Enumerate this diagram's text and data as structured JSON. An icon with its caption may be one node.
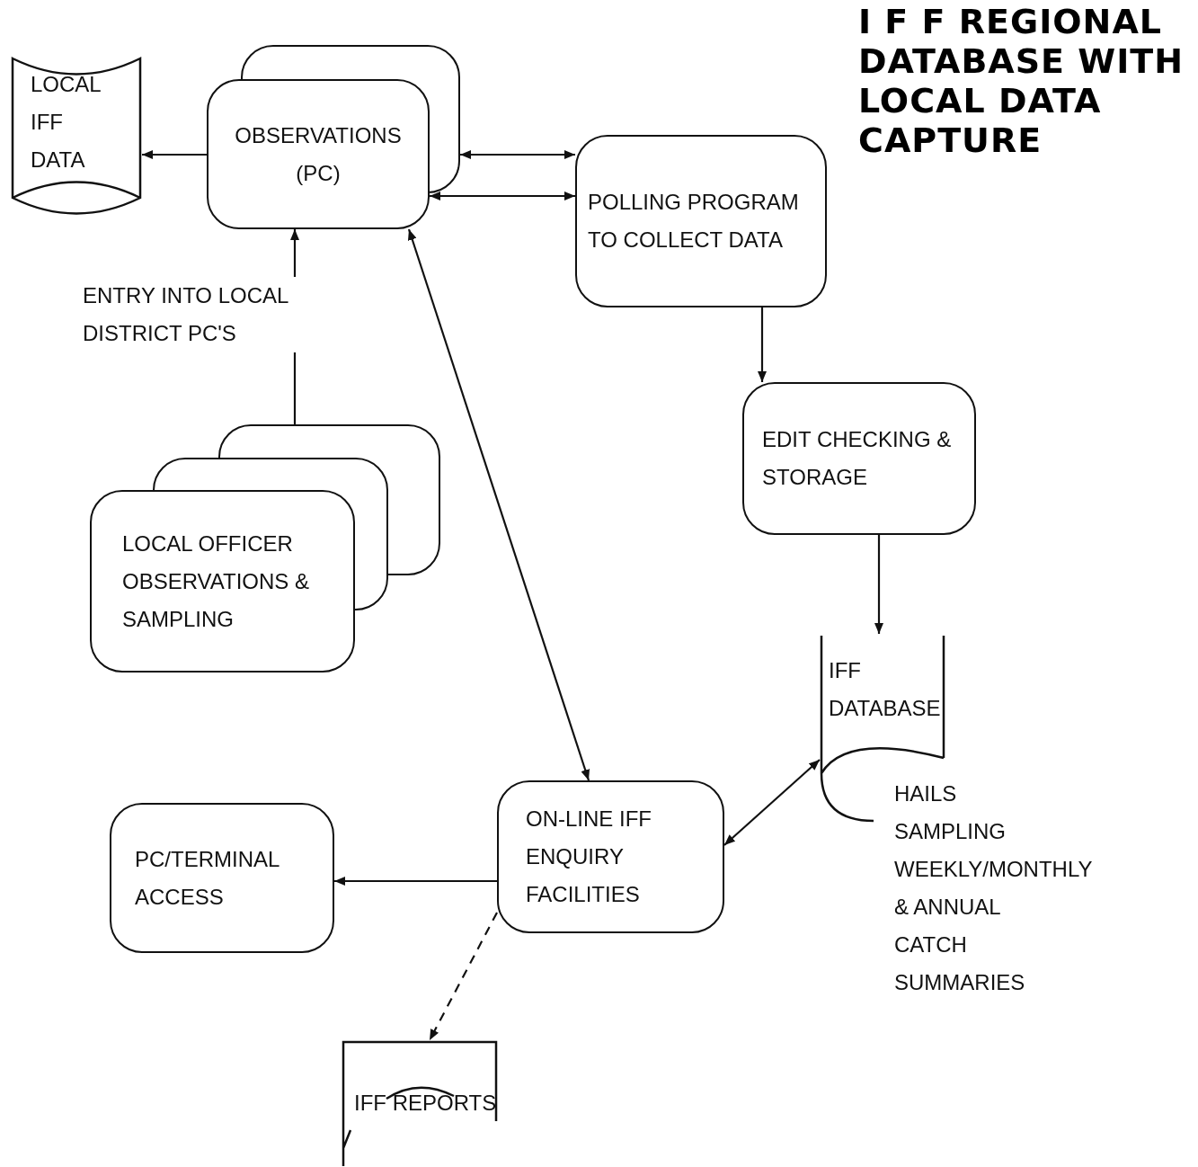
{
  "diagram": {
    "title": "I F F REGIONAL DATABASE WITH LOCAL DATA CAPTURE",
    "nodes": [
      {
        "text": [
          "LOCAL IFF DATA"
        ]
      },
      {
        "text": [
          "OBSERVATIONS (PC)"
        ]
      },
      {
        "text": [
          "POLLING PROGRAM TO COLLECT DATA"
        ]
      },
      {
        "text": [
          "EDIT CHECKING & STORAGE"
        ]
      },
      {
        "text": [
          "IFF DATABASE"
        ],
        "beside": [
          "HAILS SAMPLING WEEKLY/MONTHLY & ANNUAL CATCH SUMMARIES"
        ]
      },
      {
        "text": [
          "LOCAL OFFICER OBSERVATIONS & SAMPLING"
        ]
      },
      {
        "text": [
          "ON-LINE IFF ENQUIRY FACILITIES"
        ]
      },
      {
        "text": [
          "PC/TERMINAL ACCESS"
        ]
      },
      {
        "text": [
          "IFF REPORTS"
        ]
      }
    ],
    "edges": [
      {
        "from": 1,
        "to": 0,
        "arrow": "to"
      },
      {
        "from": 1,
        "to": 2,
        "arrow": "both"
      },
      {
        "from": 1,
        "to": 2,
        "arrow": "both"
      },
      {
        "from": 2,
        "to": 3,
        "arrow": "to"
      },
      {
        "from": 3,
        "to": 4,
        "arrow": "to"
      },
      {
        "from": 5,
        "to": 1,
        "arrow": "to",
        "label": "ENTRY INTO LOCAL DISTRICT PC'S"
      },
      {
        "from": 1,
        "to": 6,
        "arrow": "both"
      },
      {
        "from": 4,
        "to": 6,
        "arrow": "both"
      },
      {
        "from": 6,
        "to": 7,
        "arrow": "to"
      },
      {
        "from": 6,
        "to": 8,
        "arrow": "to",
        "style": "dashed"
      }
    ]
  }
}
